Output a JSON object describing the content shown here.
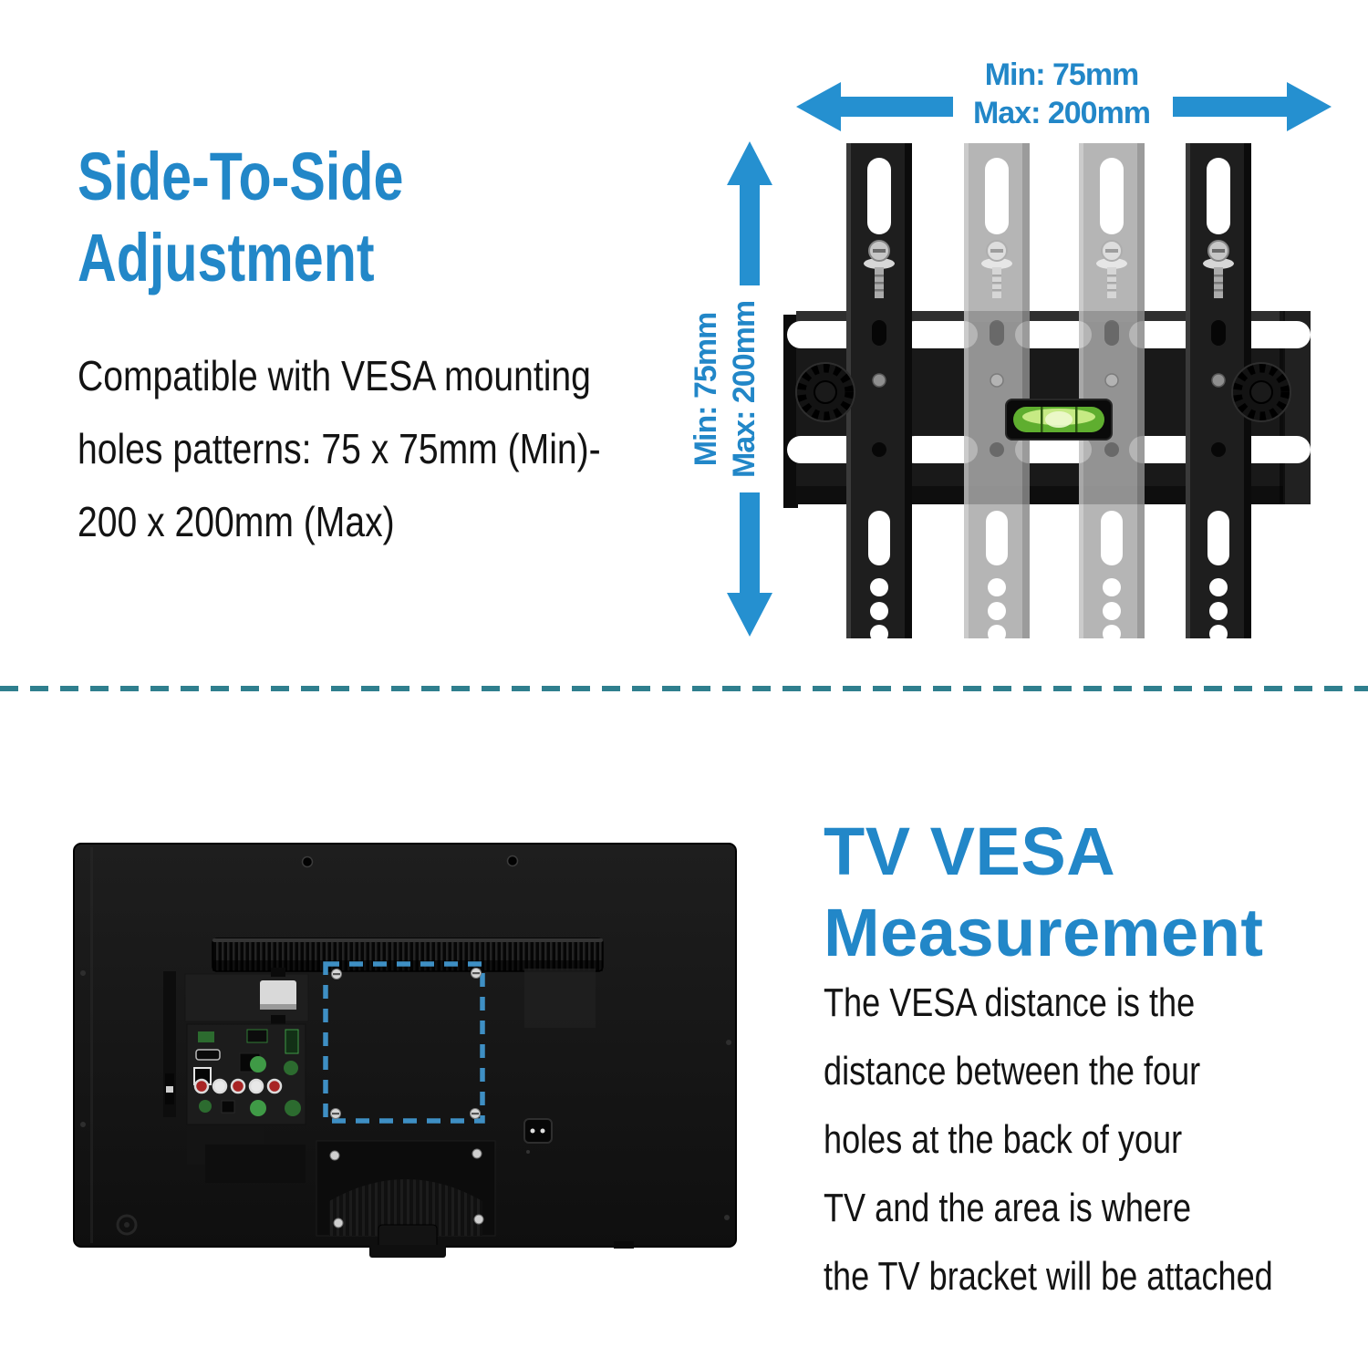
{
  "colors": {
    "heading_blue": "#2287C8",
    "arrow_blue": "#2590D0",
    "divider_teal": "#2F7F8E",
    "vesa_dash_blue": "#3E8FC4",
    "level_green": "#5FAE2F",
    "body_text": "#131313"
  },
  "top_section": {
    "heading_lines": [
      "Side-To-Side",
      "Adjustment"
    ],
    "body_lines": [
      "Compatible with VESA mounting",
      "holes patterns: 75 x 75mm (Min)-",
      "200 x 200mm (Max)"
    ],
    "diagram_labels": {
      "width_min": "Min: 75mm",
      "width_max": "Max: 200mm",
      "height_min": "Min: 75mm",
      "height_max": "Max: 200mm"
    }
  },
  "bottom_section": {
    "heading_lines": [
      "TV VESA",
      "Measurement"
    ],
    "body_lines": [
      "The VESA distance is the",
      "distance between the four",
      "holes at the back of your",
      "TV and the area is where",
      "the TV bracket will be attached"
    ]
  }
}
